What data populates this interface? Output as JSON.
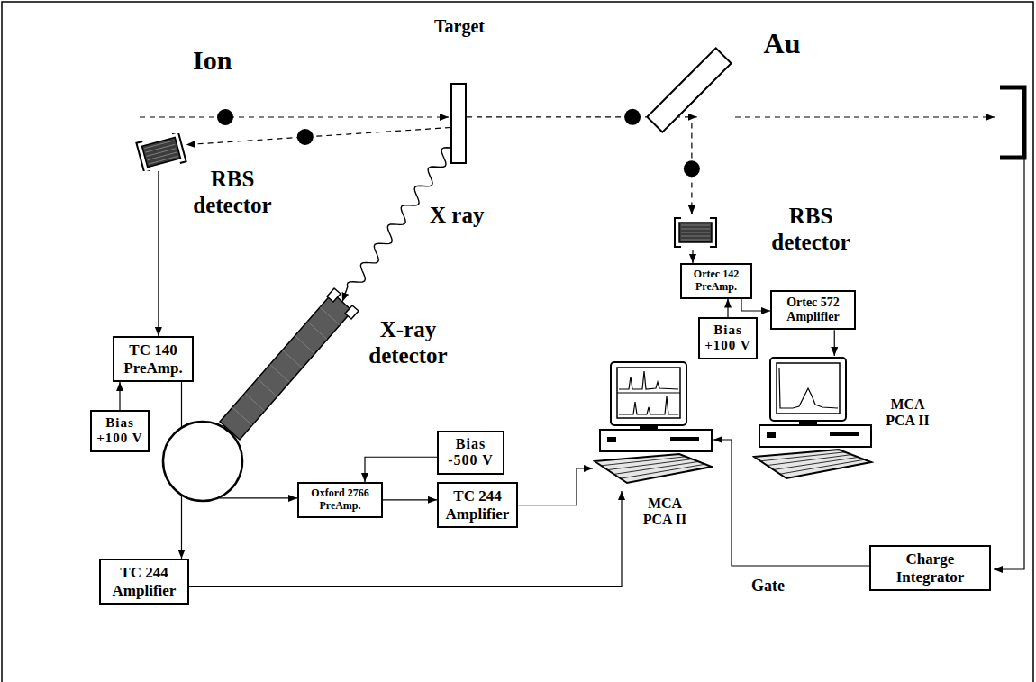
{
  "diagram": {
    "nodes": [
      {
        "text": [
          "Target"
        ]
      },
      {
        "text": [
          "Au"
        ]
      },
      {
        "text": [
          "RBS detector"
        ]
      },
      {
        "text": [
          "RBS detector"
        ]
      },
      {
        "text": [
          "X-ray detector"
        ]
      },
      {
        "text": [
          "TC 140 PreAmp."
        ]
      },
      {
        "text": [
          "Ortec 142 PreAmp."
        ]
      },
      {
        "text": [
          "Ortec 572 Amplifier"
        ]
      },
      {
        "text": [
          "Bias +100 V"
        ]
      },
      {
        "text": [
          "Bias +100 V"
        ]
      },
      {
        "text": [
          "Bias -500 V"
        ]
      },
      {
        "text": [
          "Oxford 2766 PreAmp."
        ]
      },
      {
        "text": [
          "TC 244 Amplifier"
        ]
      },
      {
        "text": [
          "MCA PCA II"
        ]
      },
      {
        "text": [
          "MCA PCA II"
        ]
      },
      {
        "text": [
          "TC 244 Amplifier"
        ]
      },
      {
        "text": [
          "Charge Integrator"
        ]
      }
    ],
    "edges": [
      {
        "from": 0,
        "to": 1,
        "arrow": "to"
      },
      {
        "from": 0,
        "to": 2,
        "arrow": "to"
      },
      {
        "from": 0,
        "to": 4,
        "label": "X ray",
        "arrow": "to"
      },
      {
        "from": 1,
        "to": 3,
        "arrow": "to"
      },
      {
        "from": 2,
        "to": 5,
        "arrow": "to"
      },
      {
        "from": 8,
        "to": 5,
        "arrow": "to"
      },
      {
        "from": 5,
        "to": 15,
        "arrow": "to"
      },
      {
        "from": 15,
        "to": 14,
        "arrow": "to"
      },
      {
        "from": 4,
        "to": 11,
        "arrow": "to"
      },
      {
        "from": 10,
        "to": 11,
        "arrow": "to"
      },
      {
        "from": 11,
        "to": 12,
        "arrow": "to"
      },
      {
        "from": 12,
        "to": 14,
        "arrow": "to"
      },
      {
        "from": 3,
        "to": 6,
        "arrow": "to"
      },
      {
        "from": 9,
        "to": 6,
        "arrow": "to"
      },
      {
        "from": 6,
        "to": 7,
        "arrow": "to"
      },
      {
        "from": 7,
        "to": 13,
        "arrow": "to"
      },
      {
        "from": 16,
        "to": 14,
        "label": "Gate",
        "arrow": "to"
      }
    ],
    "labels": [
      "Ion"
    ]
  }
}
